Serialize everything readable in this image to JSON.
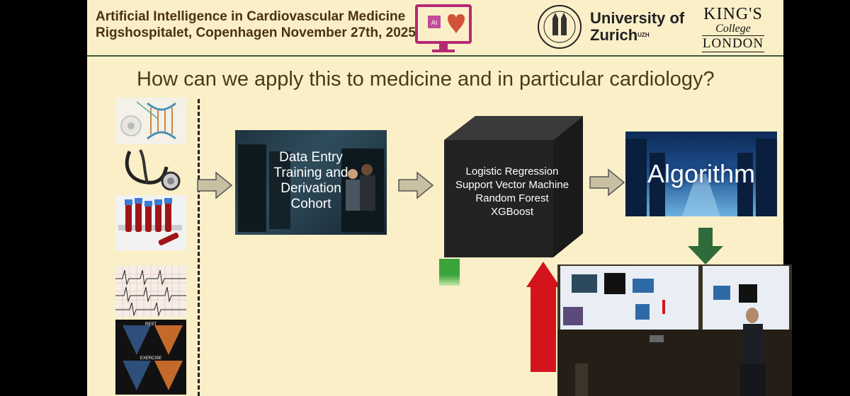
{
  "header": {
    "title_line1": "Artificial Intelligence in Cardiovascular Medicine",
    "title_line2": "Rigshospitalet, Copenhagen November 27th, 2025",
    "ai_logo_text": "AI",
    "uzh_line1": "University of",
    "uzh_line2": "Zurich",
    "uzh_suffix": "UZH",
    "kcl_line1": "KING'S",
    "kcl_line2": "College",
    "kcl_line3": "LONDON"
  },
  "slide": {
    "question": "How can we apply this to medicine and in particular cardiology?",
    "data_box": {
      "line1": "Data Entry",
      "line2": "Training and",
      "line3": "Derivation",
      "line4": "Cohort"
    },
    "black_box": {
      "line1": "Logistic Regression",
      "line2": "Support Vector Machine",
      "line3": "Random Forest",
      "line4": "XGBoost"
    },
    "algorithm_box": {
      "label": "Algorithm"
    },
    "echo_labels": {
      "rest": "REST",
      "exercise": "EXERCISE"
    }
  },
  "colors": {
    "slide_bg": "#fbefc8",
    "arrow_fill": "#c9c0a3",
    "down_arrow": "#2e6b3a",
    "red_arrow": "#d4141c",
    "green_square": "#3aa33a"
  },
  "icons": [
    "dna-icon",
    "stethoscope-icon",
    "blood-tubes-icon",
    "ecg-icon",
    "echo-icon",
    "arrow-right-icon",
    "arrow-down-icon",
    "return-arrow-icon"
  ]
}
